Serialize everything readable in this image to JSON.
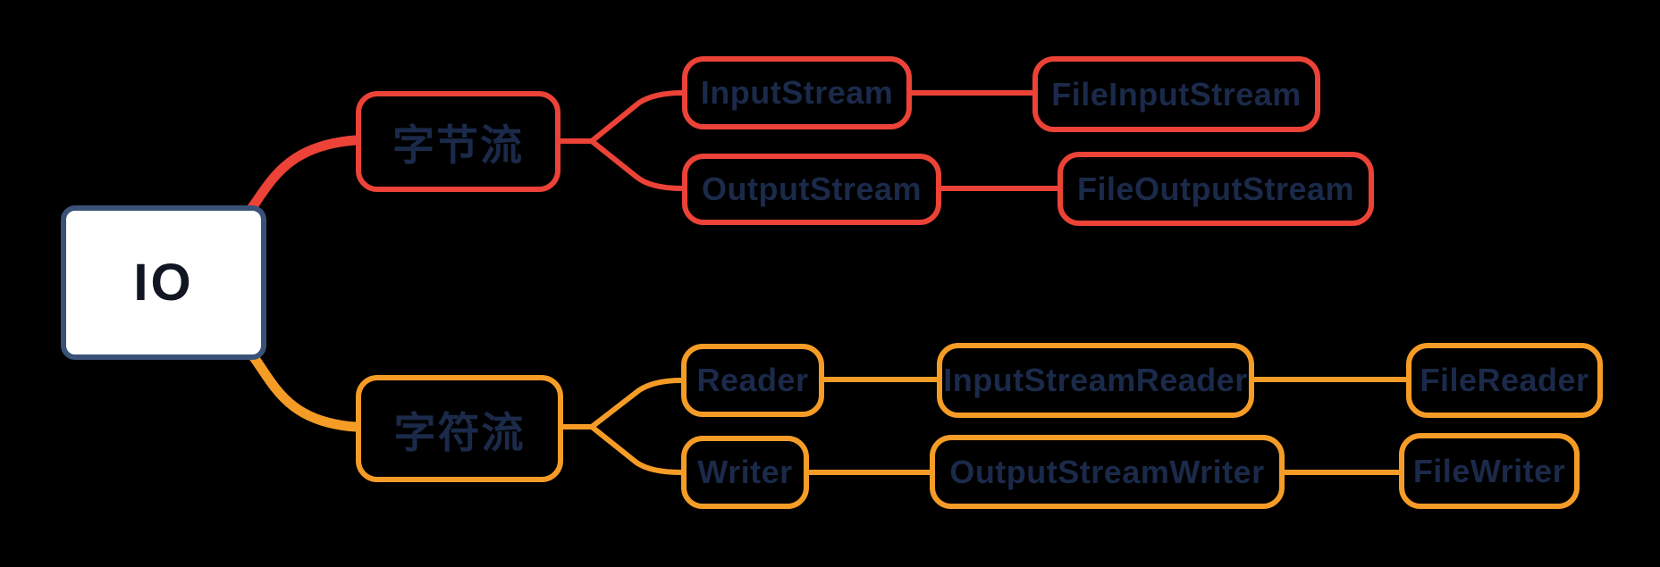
{
  "diagram": {
    "title": "IO stream mind map",
    "background": "#000000",
    "text_color": "#1b2a4a",
    "root": {
      "label": "IO",
      "border_color": "#3a5178",
      "fill": "#ffffff"
    },
    "branches": [
      {
        "label": "字节流",
        "color": "#ec4237",
        "children": [
          {
            "label": "InputStream",
            "children": [
              {
                "label": "FileInputStream"
              }
            ]
          },
          {
            "label": "OutputStream",
            "children": [
              {
                "label": "FileOutputStream"
              }
            ]
          }
        ]
      },
      {
        "label": "字符流",
        "color": "#f59c27",
        "children": [
          {
            "label": "Reader",
            "children": [
              {
                "label": "InputStreamReader",
                "children": [
                  {
                    "label": "FileReader"
                  }
                ]
              }
            ]
          },
          {
            "label": "Writer",
            "children": [
              {
                "label": "OutputStreamWriter",
                "children": [
                  {
                    "label": "FileWriter"
                  }
                ]
              }
            ]
          }
        ]
      }
    ]
  }
}
